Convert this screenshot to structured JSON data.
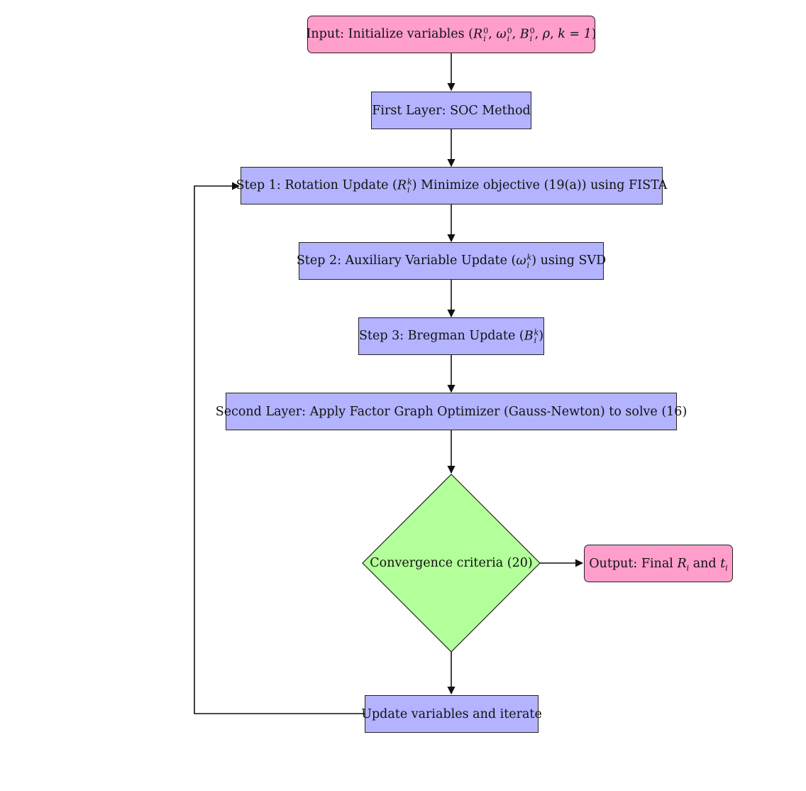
{
  "nodes": {
    "input": {
      "prefix": "Input: Initialize variables (",
      "vars": [
        {
          "sym": "R",
          "sup": "0",
          "sub": "i"
        },
        {
          "sym": "ω",
          "sup": "0",
          "sub": "i"
        },
        {
          "sym": "B",
          "sup": "0",
          "sub": "i"
        }
      ],
      "rho": "ρ",
      "k_expr": "k = 1",
      "suffix": ")"
    },
    "first_layer": {
      "label": "First Layer: SOC Method"
    },
    "step1": {
      "prefix": "Step 1: Rotation Update (",
      "sym": "R",
      "sup": "k",
      "sub": "i",
      "suffix": ") Minimize objective (19(a)) using FISTA"
    },
    "step2": {
      "prefix": "Step 2: Auxiliary Variable Update (",
      "sym": "ω",
      "sup": "k",
      "sub": "i",
      "suffix": ") using SVD"
    },
    "step3": {
      "prefix": "Step 3: Bregman Update (",
      "sym": "B",
      "sup": "k",
      "sub": "i",
      "suffix": ")"
    },
    "second_layer": {
      "label": "Second Layer: Apply Factor Graph Optimizer (Gauss-Newton) to solve (16)"
    },
    "convergence": {
      "label": "Convergence criteria (20)"
    },
    "output": {
      "prefix": "Output: Final ",
      "r_sym": "R",
      "r_sub": "i",
      "mid": " and ",
      "t_sym": "t",
      "t_sub": "i"
    },
    "update": {
      "label": "Update variables and iterate"
    }
  },
  "colors": {
    "process": "#b3b3ff",
    "terminal": "#ff9ecb",
    "decision": "#b3ff99",
    "stroke": "#222222"
  }
}
